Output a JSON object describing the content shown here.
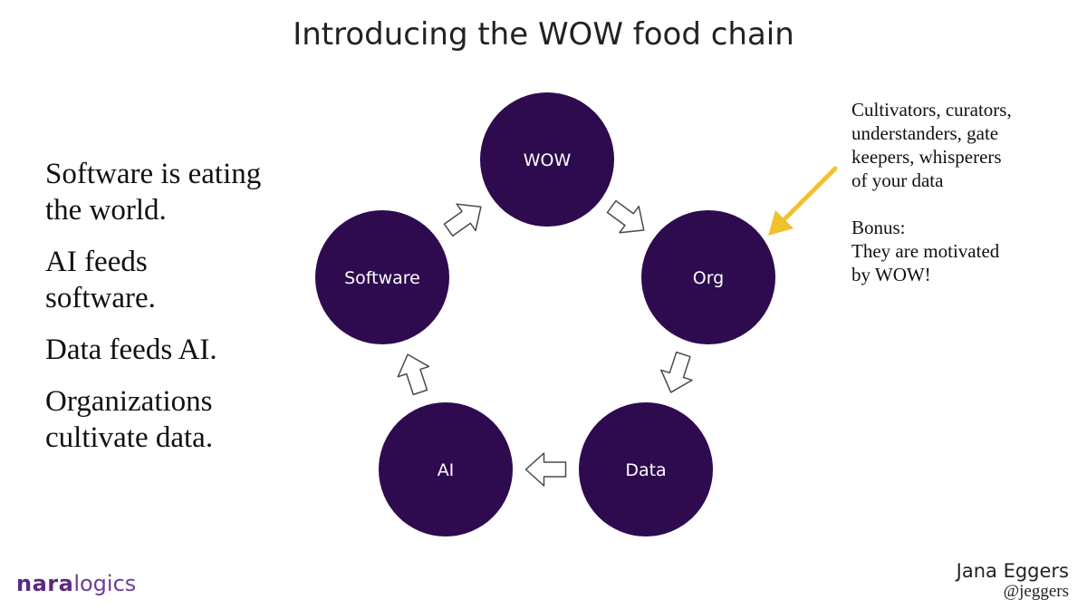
{
  "slide": {
    "title": "Introducing the WOW food chain"
  },
  "statements": [
    {
      "line1": "Software is eating",
      "line2": "the world."
    },
    {
      "line1": "AI feeds",
      "line2": "software."
    },
    {
      "line1": "Data feeds AI.",
      "line2": ""
    },
    {
      "line1": "Organizations",
      "line2": "cultivate data."
    }
  ],
  "diagram": {
    "nodes": [
      "WOW",
      "Org",
      "Data",
      "AI",
      "Software"
    ],
    "node_color": "#2e0a4f",
    "arrow_color": "#ffffff",
    "callout_arrow_color": "#f2c12e"
  },
  "callout": {
    "lines": [
      "Cultivators, curators,",
      "understanders, gate",
      "keepers, whisperers",
      "of your data"
    ],
    "bonus_label": "Bonus:",
    "bonus_lines": [
      "They are motivated",
      "by WOW!"
    ]
  },
  "footer": {
    "brand_part1": "nara",
    "brand_part2": "logics",
    "brand_color": "#5b2a82",
    "author": "Jana Eggers",
    "handle": "@jeggers"
  }
}
